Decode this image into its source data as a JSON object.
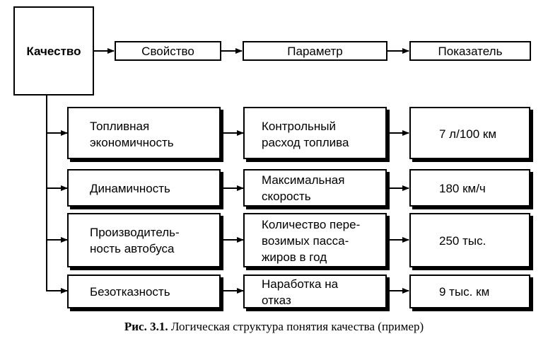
{
  "root": "Качество",
  "headers": [
    "Свойство",
    "Параметр",
    "Показатель"
  ],
  "rows": [
    {
      "property": "Топливная\nэкономичность",
      "parameter": "Контрольный\nрасход топлива",
      "indicator": "7 л/100 км"
    },
    {
      "property": "Динамичность",
      "parameter": "Максимальная\nскорость",
      "indicator": "180 км/ч"
    },
    {
      "property": "Производитель-\nность автобуса",
      "parameter": "Количество пере-\nвозимых пасса-\nжиров в год",
      "indicator": "250 тыс."
    },
    {
      "property": "Безотказность",
      "parameter": "Наработка на\nотказ",
      "indicator": "9 тыс. км"
    }
  ],
  "caption": {
    "label": "Рис. 3.1.",
    "text": "Логическая структура понятия качества (пример)"
  }
}
